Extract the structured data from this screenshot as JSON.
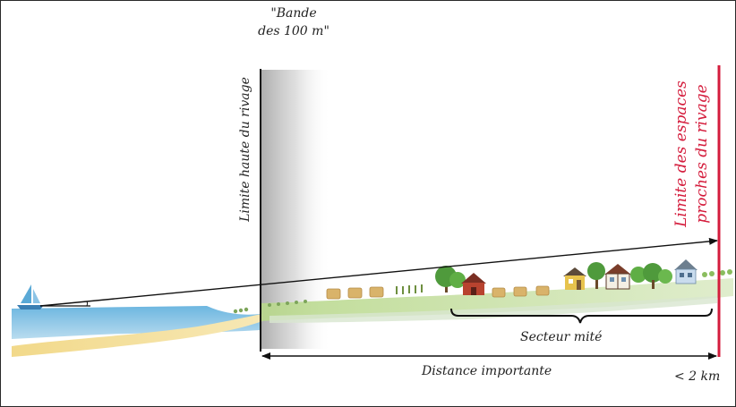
{
  "labels": {
    "bande_line1": "\"Bande",
    "bande_line2": "des 100 m\"",
    "limite_haute": "Limite haute du rivage",
    "limite_espaces_line1": "Limite des espaces",
    "limite_espaces_line2": "proches du rivage",
    "secteur": "Secteur mité",
    "distance": "Distance importante",
    "km": "< 2 km"
  },
  "colors": {
    "limit_line": "#d41c3c",
    "sea": "#5aa9d6",
    "sand": "#f0d98c",
    "land": "#a9cf7a",
    "band_shade": "#9a9a9a",
    "text": "#222222"
  }
}
